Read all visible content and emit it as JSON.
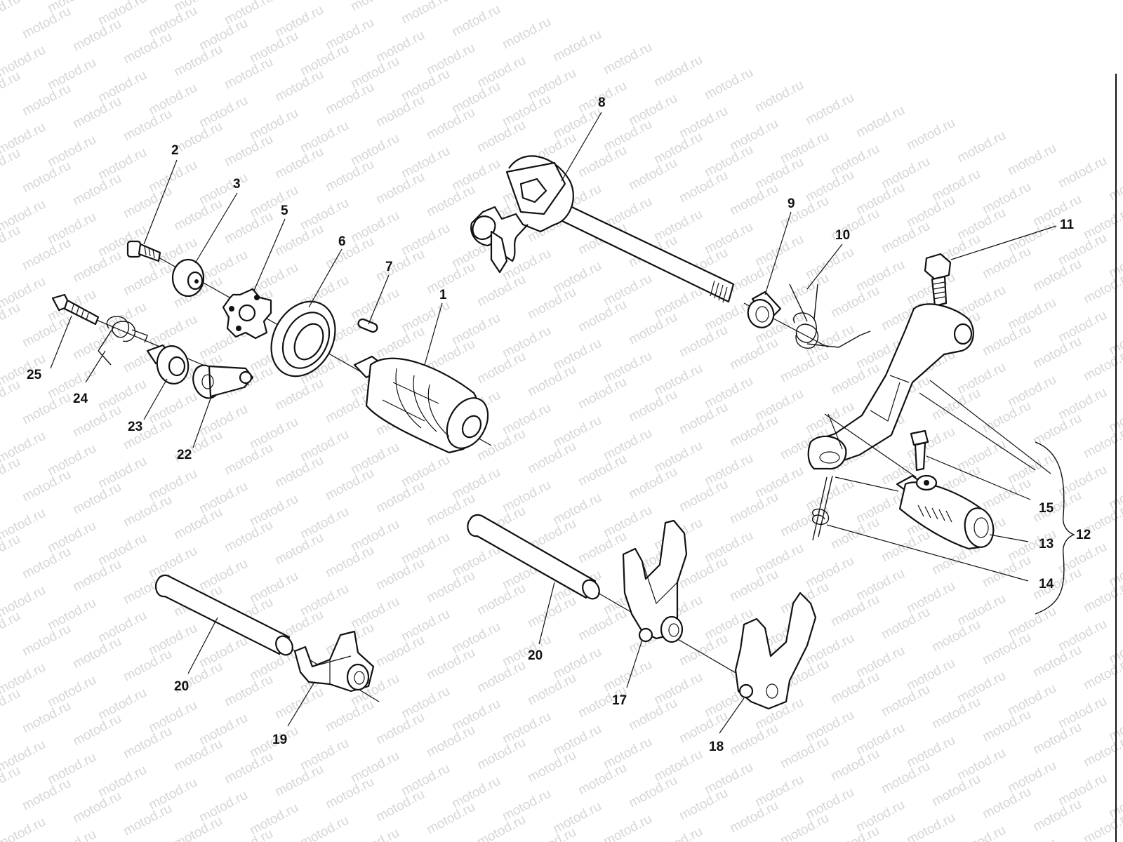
{
  "diagram": {
    "watermark": "motod.ru",
    "parts": [
      {
        "id": "drum",
        "label": "1"
      },
      {
        "id": "bolt-top",
        "label": "2"
      },
      {
        "id": "washer-top",
        "label": "3"
      },
      {
        "id": "star-plate",
        "label": "5"
      },
      {
        "id": "bearing",
        "label": "6"
      },
      {
        "id": "pin",
        "label": "7"
      },
      {
        "id": "shift-shaft",
        "label": "8"
      },
      {
        "id": "bush",
        "label": "9"
      },
      {
        "id": "return-spring",
        "label": "10"
      },
      {
        "id": "pedal-bolt",
        "label": "11"
      },
      {
        "id": "pedal-assembly",
        "label": "12"
      },
      {
        "id": "pedal-end",
        "label": "13"
      },
      {
        "id": "clip",
        "label": "14"
      },
      {
        "id": "pedal-end-bolt",
        "label": "15"
      },
      {
        "id": "fork-center",
        "label": "17"
      },
      {
        "id": "fork-right",
        "label": "18"
      },
      {
        "id": "fork-left",
        "label": "19"
      },
      {
        "id": "fork-rod-left",
        "label": "20"
      },
      {
        "id": "fork-rod-center",
        "label": "20"
      },
      {
        "id": "stopper-arm",
        "label": "22"
      },
      {
        "id": "stopper-roller",
        "label": "23"
      },
      {
        "id": "stopper-spring",
        "label": "24"
      },
      {
        "id": "stopper-bolt",
        "label": "25"
      }
    ]
  }
}
